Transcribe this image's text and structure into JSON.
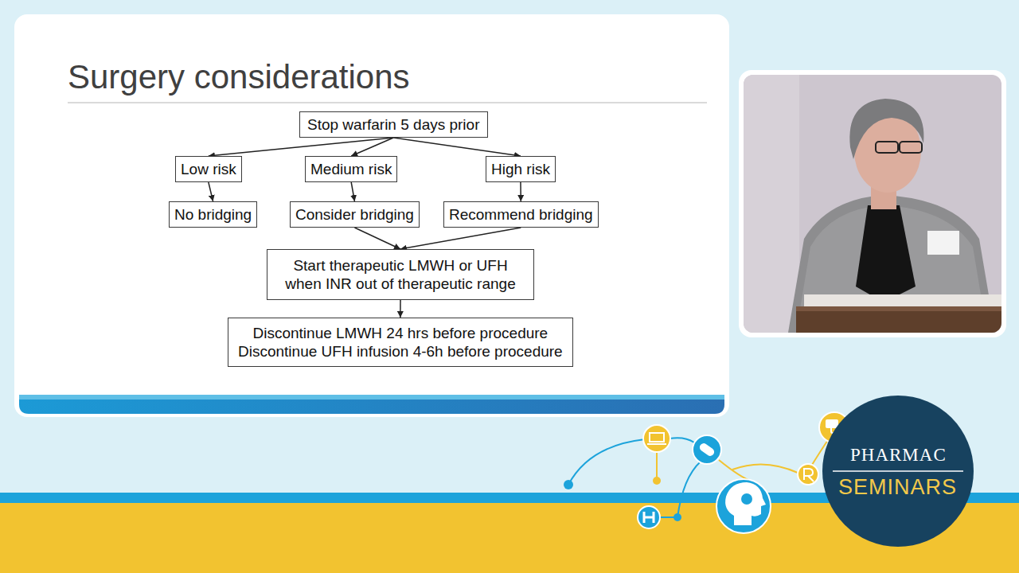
{
  "diagram": {
    "title": "Surgery considerations",
    "nodes": [
      {
        "text": [
          "Stop warfarin 5 days prior"
        ]
      },
      {
        "text": [
          "Low risk"
        ]
      },
      {
        "text": [
          "Medium risk"
        ]
      },
      {
        "text": [
          "High risk"
        ]
      },
      {
        "text": [
          "No bridging"
        ]
      },
      {
        "text": [
          "Consider bridging"
        ]
      },
      {
        "text": [
          "Recommend bridging"
        ]
      },
      {
        "text": [
          "Start therapeutic LMWH or UFH when INR out of therapeutic range"
        ]
      },
      {
        "text": [
          "Discontinue LMWH 24 hrs before procedure",
          "Discontinue UFH infusion 4-6h before procedure"
        ]
      }
    ],
    "edges": [
      {
        "from": 0,
        "to": 1,
        "arrow": "to"
      },
      {
        "from": 0,
        "to": 2,
        "arrow": "to"
      },
      {
        "from": 0,
        "to": 3,
        "arrow": "to"
      },
      {
        "from": 1,
        "to": 4,
        "arrow": "to"
      },
      {
        "from": 2,
        "to": 5,
        "arrow": "to"
      },
      {
        "from": 3,
        "to": 6,
        "arrow": "to"
      },
      {
        "from": 5,
        "to": 7,
        "arrow": "to"
      },
      {
        "from": 6,
        "to": 7,
        "arrow": "to"
      },
      {
        "from": 7,
        "to": 8,
        "arrow": "to"
      }
    ],
    "labels": [
      "PHARMAC",
      "SEMINARS"
    ]
  }
}
